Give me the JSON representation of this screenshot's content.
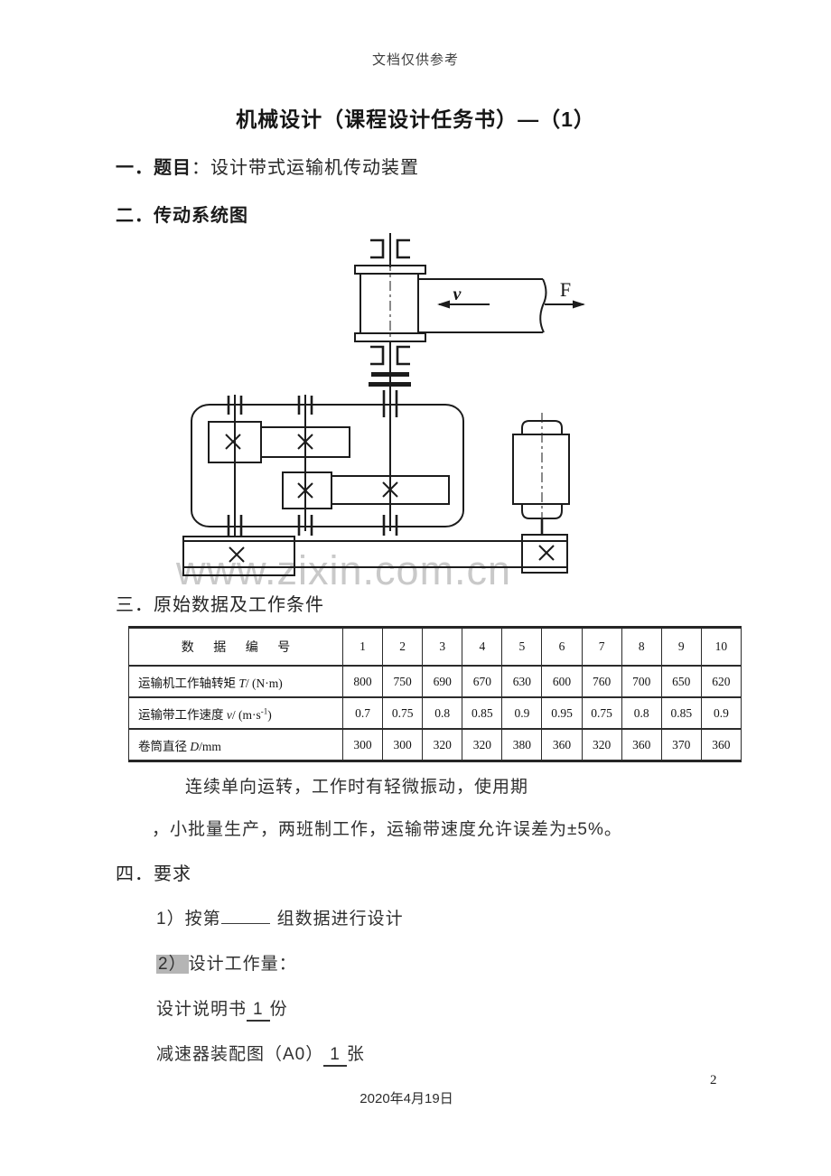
{
  "page": {
    "header_note": "文档仅供参考",
    "title": "机械设计（课程设计任务书）—（1）",
    "footer_date": "2020年4月19日",
    "page_number": "2"
  },
  "sections": {
    "s1_label": "一．题目",
    "s1_text": "：设计带式运输机传动装置",
    "s2_label": "二．传动系统图",
    "s3_label": "三．原始数据及工作条件",
    "s4_label": "四．要求"
  },
  "diagram": {
    "velocity_label": "v",
    "force_label": "F",
    "watermark": "www.zixin.com.cn"
  },
  "table": {
    "header_label": "数 据 编 号",
    "columns": [
      "1",
      "2",
      "3",
      "4",
      "5",
      "6",
      "7",
      "8",
      "9",
      "10"
    ],
    "rows": [
      {
        "label": [
          {
            "t": "运输机工作轴转矩 "
          },
          {
            "t": "T",
            "i": true
          },
          {
            "t": "/ (N·m)"
          }
        ],
        "values": [
          "800",
          "750",
          "690",
          "670",
          "630",
          "600",
          "760",
          "700",
          "650",
          "620"
        ]
      },
      {
        "label": [
          {
            "t": "运输带工作速度 "
          },
          {
            "t": "v",
            "i": true
          },
          {
            "t": "/ (m·s"
          },
          {
            "t": "-1",
            "sup": true
          },
          {
            "t": ")"
          }
        ],
        "values": [
          "0.7",
          "0.75",
          "0.8",
          "0.85",
          "0.9",
          "0.95",
          "0.75",
          "0.8",
          "0.85",
          "0.9"
        ]
      },
      {
        "label": [
          {
            "t": "卷筒直径 "
          },
          {
            "t": "D",
            "i": true
          },
          {
            "t": "/mm"
          }
        ],
        "values": [
          "300",
          "300",
          "320",
          "320",
          "380",
          "360",
          "320",
          "360",
          "370",
          "360"
        ]
      }
    ]
  },
  "conditions": {
    "line1": "连续单向运转，工作时有轻微振动，使用期",
    "line2": "，小批量生产，两班制工作，运输带速度允许误差为±5%。"
  },
  "requirements": {
    "item1_pre": "1）按第",
    "item1_post": "组数据进行设计",
    "item2_highlight": "2）",
    "item2_text": "设计工作量：",
    "item3_pre": "设计说明书",
    "item3_value": "1",
    "item3_post": "份",
    "item4_pre": "减速器装配图（A0）",
    "item4_value": "1",
    "item4_post": "张"
  },
  "colors": {
    "ink": "#1c1c1c",
    "highlight": "#b5b5b5",
    "watermark": "#c9c9c9"
  }
}
